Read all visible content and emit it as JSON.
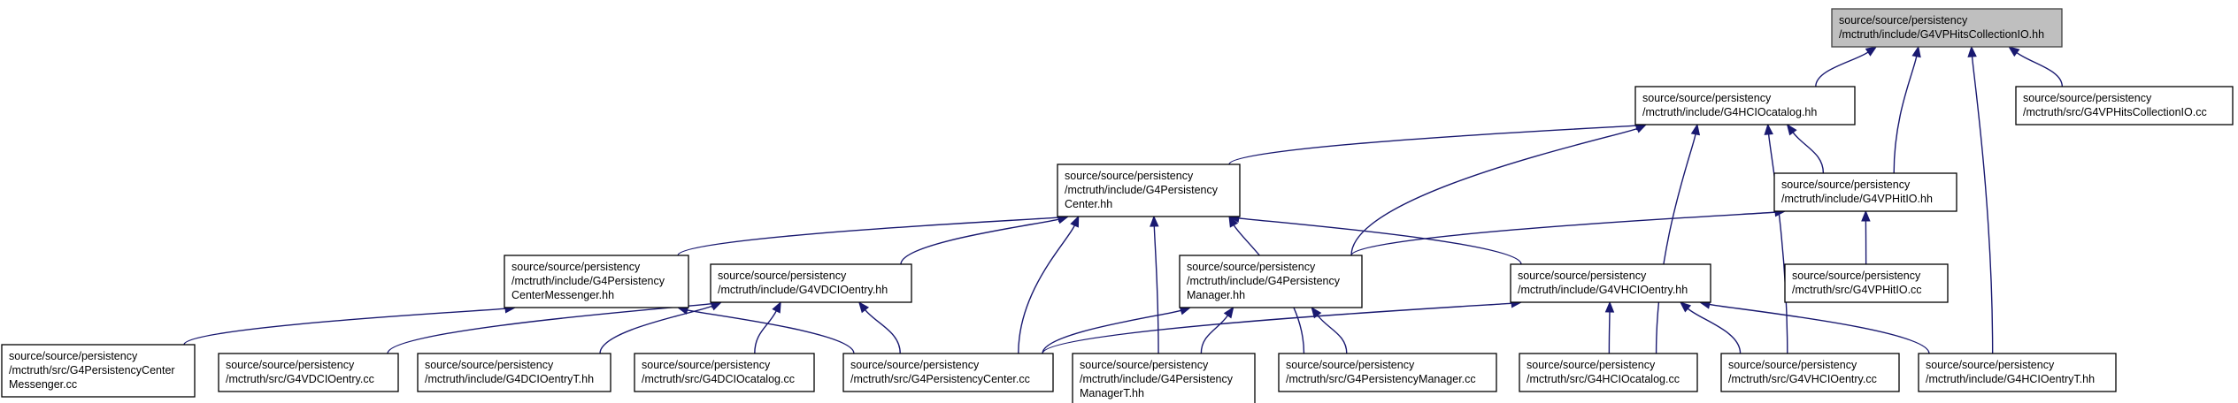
{
  "colors": {
    "edge": "#191970",
    "root_fill": "#bfbfbf",
    "node_fill": "#ffffff"
  },
  "nodes": [
    {
      "id": "G4VPHitsCollectionIO_hh",
      "lines": [
        "source/source/persistency",
        "/mctruth/include/G4VPHitsCollectionIO.hh"
      ],
      "root": true
    },
    {
      "id": "G4HCIOcatalog_hh",
      "lines": [
        "source/source/persistency",
        "/mctruth/include/G4HCIOcatalog.hh"
      ]
    },
    {
      "id": "G4VPHitsCollectionIO_cc",
      "lines": [
        "source/source/persistency",
        "/mctruth/src/G4VPHitsCollectionIO.cc"
      ]
    },
    {
      "id": "G4PersistencyCenter_hh",
      "lines": [
        "source/source/persistency",
        "/mctruth/include/G4Persistency",
        "Center.hh"
      ]
    },
    {
      "id": "G4VPHitIO_hh",
      "lines": [
        "source/source/persistency",
        "/mctruth/include/G4VPHitIO.hh"
      ]
    },
    {
      "id": "G4PersistencyCenterMessenger_hh",
      "lines": [
        "source/source/persistency",
        "/mctruth/include/G4Persistency",
        "CenterMessenger.hh"
      ]
    },
    {
      "id": "G4VDCIOentry_hh",
      "lines": [
        "source/source/persistency",
        "/mctruth/include/G4VDCIOentry.hh"
      ]
    },
    {
      "id": "G4PersistencyManager_hh",
      "lines": [
        "source/source/persistency",
        "/mctruth/include/G4Persistency",
        "Manager.hh"
      ]
    },
    {
      "id": "G4VHCIOentry_hh",
      "lines": [
        "source/source/persistency",
        "/mctruth/include/G4VHCIOentry.hh"
      ]
    },
    {
      "id": "G4VPHitIO_cc",
      "lines": [
        "source/source/persistency",
        "/mctruth/src/G4VPHitIO.cc"
      ]
    },
    {
      "id": "G4PersistencyCenterMessenger_cc",
      "lines": [
        "source/source/persistency",
        "/mctruth/src/G4PersistencyCenter",
        "Messenger.cc"
      ]
    },
    {
      "id": "G4VDCIOentry_cc",
      "lines": [
        "source/source/persistency",
        "/mctruth/src/G4VDCIOentry.cc"
      ]
    },
    {
      "id": "G4DCIOentryT_hh",
      "lines": [
        "source/source/persistency",
        "/mctruth/include/G4DCIOentryT.hh"
      ]
    },
    {
      "id": "G4DCIOcatalog_cc",
      "lines": [
        "source/source/persistency",
        "/mctruth/src/G4DCIOcatalog.cc"
      ]
    },
    {
      "id": "G4PersistencyCenter_cc",
      "lines": [
        "source/source/persistency",
        "/mctruth/src/G4PersistencyCenter.cc"
      ]
    },
    {
      "id": "G4PersistencyManagerT_hh",
      "lines": [
        "source/source/persistency",
        "/mctruth/include/G4Persistency",
        "ManagerT.hh"
      ]
    },
    {
      "id": "G4PersistencyManager_cc",
      "lines": [
        "source/source/persistency",
        "/mctruth/src/G4PersistencyManager.cc"
      ]
    },
    {
      "id": "G4HCIOcatalog_cc",
      "lines": [
        "source/source/persistency",
        "/mctruth/src/G4HCIOcatalog.cc"
      ]
    },
    {
      "id": "G4VHCIOentry_cc",
      "lines": [
        "source/source/persistency",
        "/mctruth/src/G4VHCIOentry.cc"
      ]
    },
    {
      "id": "G4HCIOentryT_hh",
      "lines": [
        "source/source/persistency",
        "/mctruth/include/G4HCIOentryT.hh"
      ]
    }
  ],
  "edges": [
    {
      "from": "G4HCIOcatalog_hh",
      "to": "G4VPHitsCollectionIO_hh"
    },
    {
      "from": "G4VPHitsCollectionIO_cc",
      "to": "G4VPHitsCollectionIO_hh"
    },
    {
      "from": "G4VPHitIO_hh",
      "to": "G4VPHitsCollectionIO_hh"
    },
    {
      "from": "G4HCIOentryT_hh",
      "to": "G4VPHitsCollectionIO_hh"
    },
    {
      "from": "G4PersistencyCenter_hh",
      "to": "G4HCIOcatalog_hh"
    },
    {
      "from": "G4VPHitIO_hh",
      "to": "G4HCIOcatalog_hh"
    },
    {
      "from": "G4PersistencyManager_hh",
      "to": "G4HCIOcatalog_hh"
    },
    {
      "from": "G4HCIOcatalog_cc",
      "to": "G4HCIOcatalog_hh"
    },
    {
      "from": "G4VHCIOentry_cc",
      "to": "G4HCIOcatalog_hh"
    },
    {
      "from": "G4PersistencyCenterMessenger_hh",
      "to": "G4PersistencyCenter_hh"
    },
    {
      "from": "G4VDCIOentry_hh",
      "to": "G4PersistencyCenter_hh"
    },
    {
      "from": "G4VHCIOentry_hh",
      "to": "G4PersistencyCenter_hh"
    },
    {
      "from": "G4PersistencyCenter_cc",
      "to": "G4PersistencyCenter_hh"
    },
    {
      "from": "G4PersistencyManagerT_hh",
      "to": "G4PersistencyCenter_hh"
    },
    {
      "from": "G4PersistencyManager_cc",
      "to": "G4PersistencyCenter_hh"
    },
    {
      "from": "G4PersistencyManager_hh",
      "to": "G4VPHitIO_hh"
    },
    {
      "from": "G4VPHitIO_cc",
      "to": "G4VPHitIO_hh"
    },
    {
      "from": "G4PersistencyCenterMessenger_cc",
      "to": "G4PersistencyCenterMessenger_hh"
    },
    {
      "from": "G4PersistencyCenter_cc",
      "to": "G4PersistencyCenterMessenger_hh"
    },
    {
      "from": "G4VDCIOentry_cc",
      "to": "G4VDCIOentry_hh"
    },
    {
      "from": "G4DCIOentryT_hh",
      "to": "G4VDCIOentry_hh"
    },
    {
      "from": "G4DCIOcatalog_cc",
      "to": "G4VDCIOentry_hh"
    },
    {
      "from": "G4PersistencyCenter_cc",
      "to": "G4VDCIOentry_hh"
    },
    {
      "from": "G4PersistencyCenter_cc",
      "to": "G4PersistencyManager_hh"
    },
    {
      "from": "G4PersistencyManagerT_hh",
      "to": "G4PersistencyManager_hh"
    },
    {
      "from": "G4PersistencyManager_cc",
      "to": "G4PersistencyManager_hh"
    },
    {
      "from": "G4PersistencyCenter_cc",
      "to": "G4VHCIOentry_hh"
    },
    {
      "from": "G4HCIOcatalog_cc",
      "to": "G4VHCIOentry_hh"
    },
    {
      "from": "G4VHCIOentry_cc",
      "to": "G4VHCIOentry_hh"
    },
    {
      "from": "G4HCIOentryT_hh",
      "to": "G4VHCIOentry_hh"
    }
  ]
}
